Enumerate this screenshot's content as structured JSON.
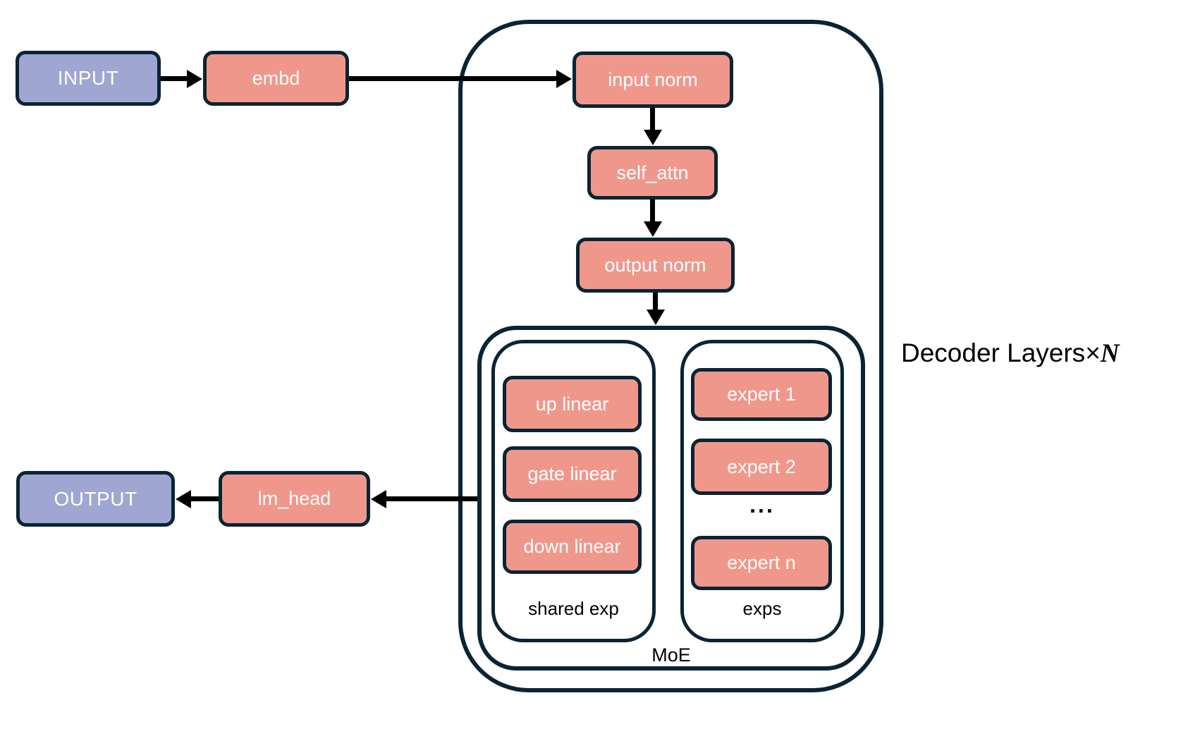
{
  "diagram": {
    "io_boxes": {
      "input": "INPUT",
      "output": "OUTPUT"
    },
    "module_boxes": {
      "embd": "embd",
      "input_norm": "input norm",
      "self_attn": "self_attn",
      "output_norm": "output norm",
      "lm_head": "lm_head"
    },
    "decoder": {
      "label_prefix": "Decoder Layers",
      "multiply_sign": "×",
      "layer_count_symbol": "N"
    },
    "moe": {
      "label": "MoE",
      "shared_exp": {
        "label": "shared exp",
        "boxes": [
          "up linear",
          "gate linear",
          "down linear"
        ]
      },
      "exps": {
        "label": "exps",
        "boxes": [
          "expert 1",
          "expert 2",
          "expert n"
        ],
        "ellipsis": "..."
      }
    }
  },
  "colors": {
    "io_fill": "#9FA6D1",
    "module_fill": "#F0978C",
    "border": "#0A2433",
    "arrow": "#000000",
    "label": "#000000",
    "box_text": "#FFFFFF"
  }
}
